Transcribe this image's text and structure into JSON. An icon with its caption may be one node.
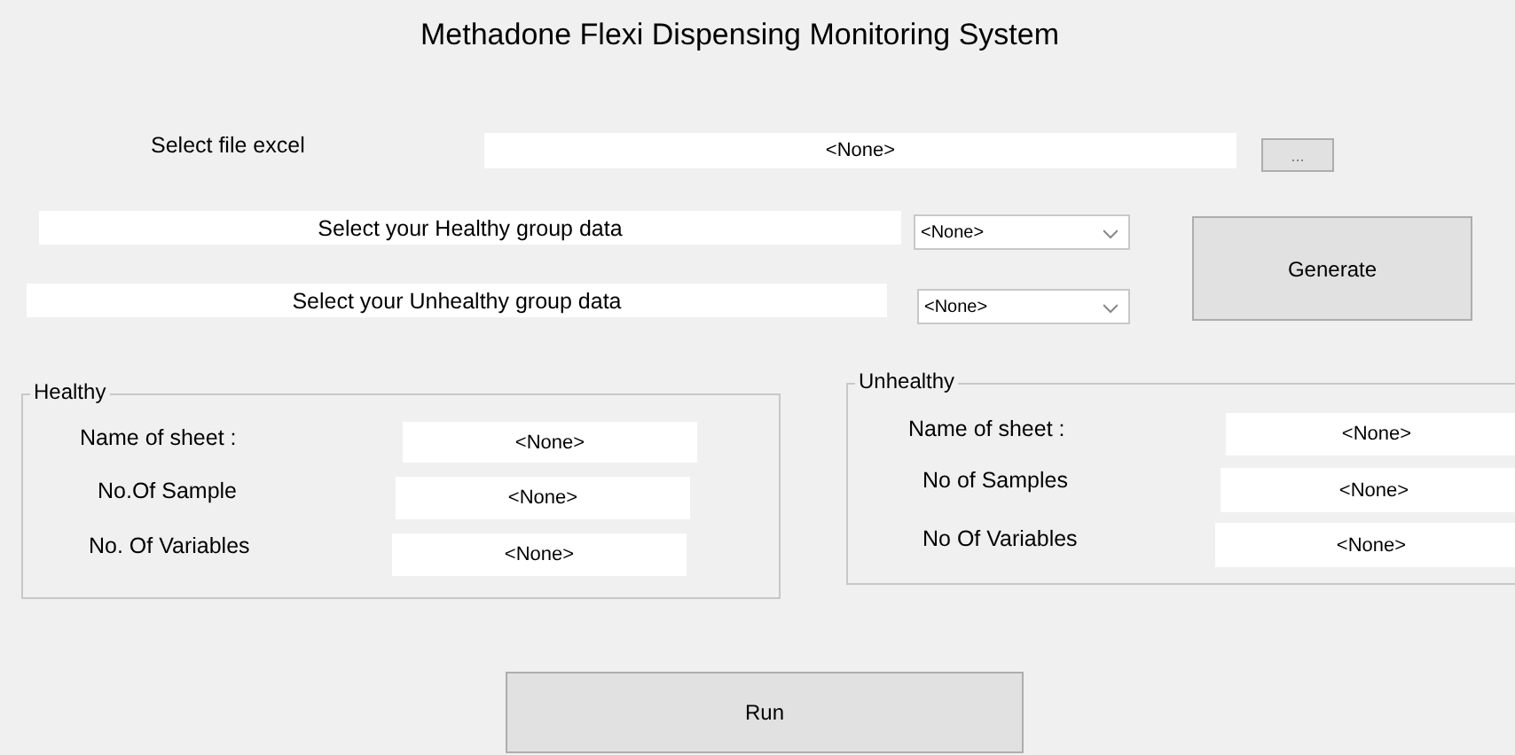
{
  "diagram": {
    "title": "Methadone Flexi Dispensing Monitoring System",
    "nodes": [
      {
        "text": [
          "<None>"
        ]
      },
      {
        "text": [
          "..."
        ]
      },
      {
        "text": [
          "Select your Healthy group data"
        ]
      },
      {
        "text": [
          "<None>"
        ]
      },
      {
        "text": [
          "Generate"
        ]
      },
      {
        "text": [
          "Select your Unhealthy group data"
        ]
      },
      {
        "text": [
          "<None>"
        ]
      },
      {
        "text": [
          "Healthy"
        ]
      },
      {
        "text": [
          "<None>"
        ],
        "in": 7
      },
      {
        "text": [
          "<None>"
        ],
        "in": 7
      },
      {
        "text": [
          "<None>"
        ],
        "in": 7
      },
      {
        "text": [
          "Unhealthy"
        ]
      },
      {
        "text": [
          "<None>"
        ],
        "in": 11
      },
      {
        "text": [
          "<None>"
        ],
        "in": 11
      },
      {
        "text": [
          "<None>"
        ],
        "in": 11
      },
      {
        "text": [
          "Run"
        ]
      }
    ],
    "labels": [
      "Select file excel",
      "Name of sheet :",
      "No.Of Sample",
      "No. Of Variables",
      "Name of sheet :",
      "No of Samples",
      "No Of Variables"
    ]
  }
}
